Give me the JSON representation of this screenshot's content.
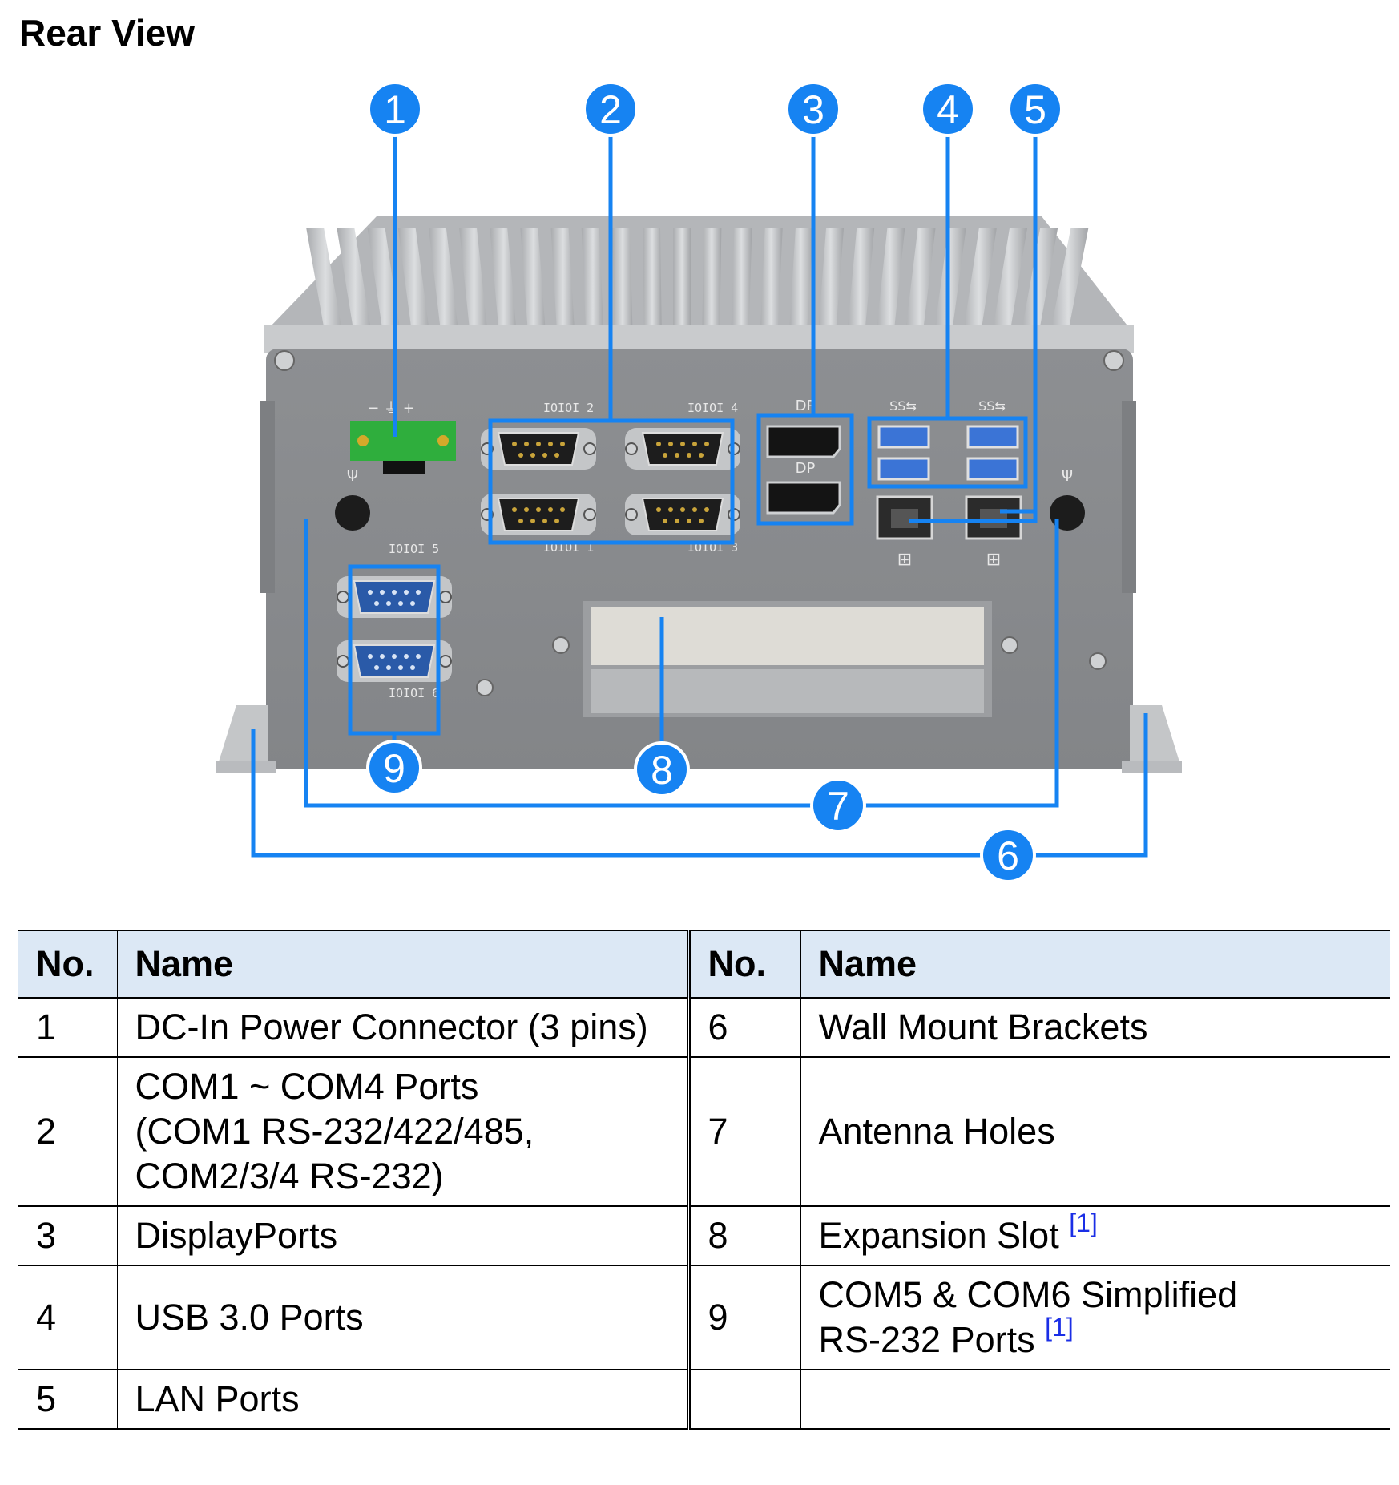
{
  "heading": "Rear View",
  "figure": {
    "callouts": [
      "1",
      "2",
      "3",
      "4",
      "5",
      "6",
      "7",
      "8",
      "9"
    ],
    "panel_labels": {
      "power": "−  ⏚  +",
      "com2": "IOIOI 2",
      "com4": "IOIOI 4",
      "com1": "IOIOI 1",
      "com3": "IOIOI 3",
      "com5": "IOIOI 5",
      "com6": "IOIOI 6",
      "dp_top": "DP",
      "dp_mid": "DP",
      "usb_a": "SS⇆",
      "usb_b": "SS⇆"
    },
    "colors": {
      "callout": "#1683f2",
      "chassis": "#8a8c8f",
      "fins": "#c2c4c6",
      "terminal": "#2fae3d",
      "com_blue": "#2a5aa8"
    }
  },
  "table": {
    "headers": {
      "no": "No.",
      "name": "Name"
    },
    "rows": [
      {
        "left": {
          "no": "1",
          "lines": [
            "DC-In Power Connector (3 pins)"
          ],
          "note": ""
        },
        "right": {
          "no": "6",
          "lines": [
            "Wall Mount Brackets"
          ],
          "note": ""
        }
      },
      {
        "left": {
          "no": "2",
          "lines": [
            "COM1 ~ COM4 Ports",
            "(COM1 RS-232/422/485,",
            "COM2/3/4 RS-232)"
          ],
          "note": ""
        },
        "right": {
          "no": "7",
          "lines": [
            "Antenna Holes"
          ],
          "note": ""
        }
      },
      {
        "left": {
          "no": "3",
          "lines": [
            "DisplayPorts"
          ],
          "note": ""
        },
        "right": {
          "no": "8",
          "lines": [
            "Expansion Slot"
          ],
          "note": "[1]"
        }
      },
      {
        "left": {
          "no": "4",
          "lines": [
            "USB 3.0 Ports"
          ],
          "note": ""
        },
        "right": {
          "no": "9",
          "lines": [
            "COM5 & COM6 Simplified",
            "RS-232 Ports"
          ],
          "note": "[1]"
        }
      },
      {
        "left": {
          "no": "5",
          "lines": [
            "LAN Ports"
          ],
          "note": ""
        },
        "right": {
          "no": "",
          "lines": [
            ""
          ],
          "note": ""
        }
      }
    ]
  }
}
